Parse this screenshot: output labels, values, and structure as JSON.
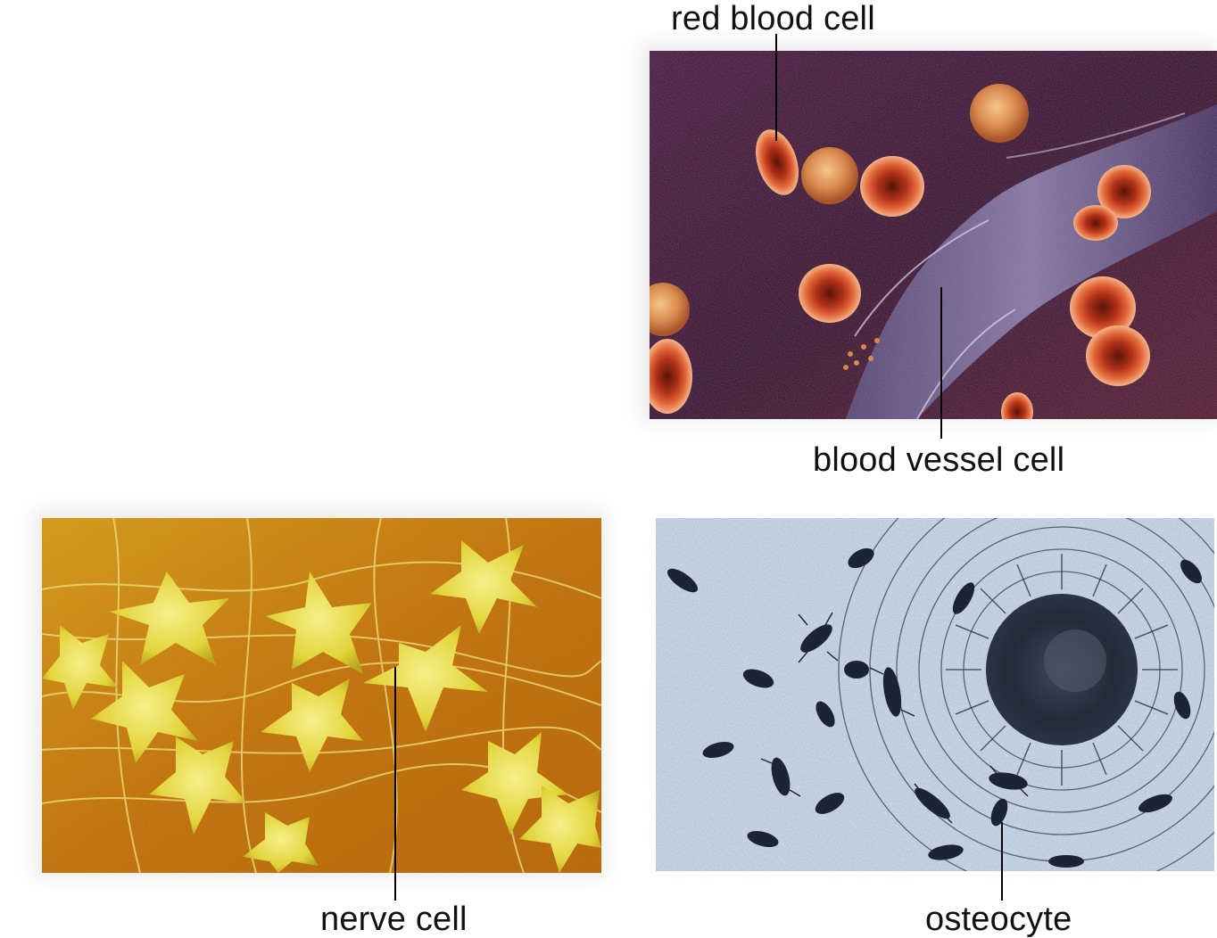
{
  "labels": {
    "red_blood_cell": "red blood cell",
    "blood_vessel_cell": "blood vessel cell",
    "nerve_cell": "nerve cell",
    "osteocyte": "osteocyte"
  },
  "colors": {
    "blood_background": "#3a1f3a",
    "red_cell": "#c9412a",
    "nerve_background": "#c77a10",
    "nerve_cell": "#e8e04a",
    "bone_background": "#c9d6e6",
    "osteocyte": "#1e2838"
  }
}
